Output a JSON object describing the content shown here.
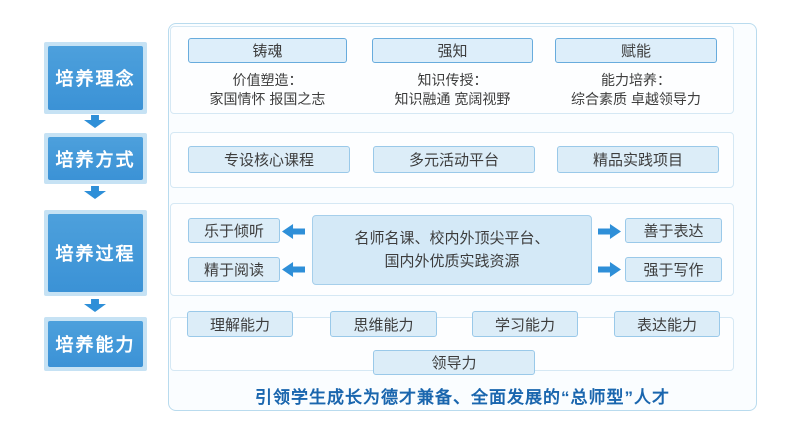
{
  "colors": {
    "stage_blue": "#3b92d6",
    "stage_frame": "#c6e2f4",
    "arrow_blue": "#2e8fd8",
    "pill_fill": "#ddeefa",
    "pill_border": "#68acdd",
    "chip_fill": "#dcedf8",
    "panel_border": "#b9dbee",
    "text_gray": "#3d3d3d",
    "footer_blue": "#1a66ae"
  },
  "left_column": {
    "stages": [
      {
        "label": "培养理念"
      },
      {
        "label": "培养方式"
      },
      {
        "label": "培养过程"
      },
      {
        "label": "培养能力"
      }
    ]
  },
  "rows": {
    "concept": {
      "columns": [
        {
          "pill": "铸魂",
          "line1": "价值塑造：",
          "line2": "家国情怀 报国之志"
        },
        {
          "pill": "强知",
          "line1": "知识传授：",
          "line2": "知识融通 宽阔视野"
        },
        {
          "pill": "赋能",
          "line1": "能力培养：",
          "line2": "综合素质 卓越领导力"
        }
      ]
    },
    "methods": {
      "items": [
        "专设核心课程",
        "多元活动平台",
        "精品实践项目"
      ]
    },
    "process": {
      "left_items": [
        "乐于倾听",
        "精于阅读"
      ],
      "center_line1": "名师名课、校内外顶尖平台、",
      "center_line2": "国内外优质实践资源",
      "right_items": [
        "善于表达",
        "强于写作"
      ]
    },
    "abilities": {
      "items": [
        "理解能力",
        "思维能力",
        "学习能力",
        "表达能力"
      ],
      "bottom_item": "领导力"
    }
  },
  "footer": {
    "text": "引领学生成长为德才兼备、全面发展的“总师型”人才"
  }
}
